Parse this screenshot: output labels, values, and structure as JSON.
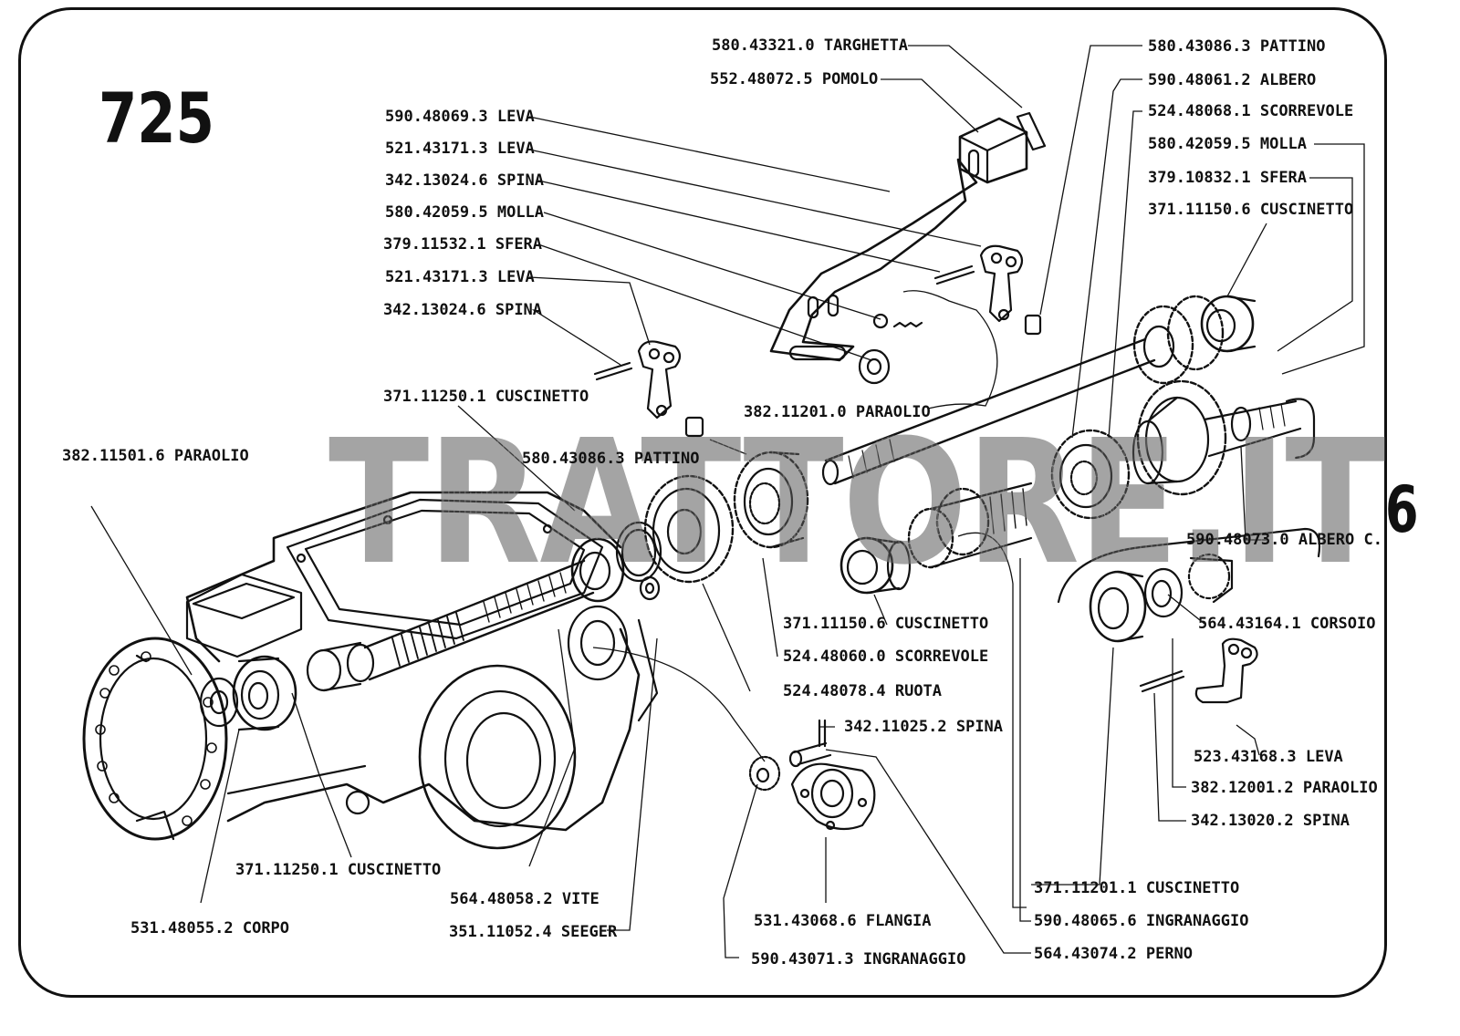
{
  "page_number": "725",
  "section_number": "6",
  "watermark": "TRATTORE.IT",
  "parts": [
    {
      "id": "targhetta",
      "code": "580.43321.0",
      "name": "TARGHETTA"
    },
    {
      "id": "pomolo",
      "code": "552.48072.5",
      "name": "POMOLO"
    },
    {
      "id": "leva-1",
      "code": "590.48069.3",
      "name": "LEVA"
    },
    {
      "id": "leva-2",
      "code": "521.43171.3",
      "name": "LEVA"
    },
    {
      "id": "spina-1",
      "code": "342.13024.6",
      "name": "SPINA"
    },
    {
      "id": "molla-1",
      "code": "580.42059.5",
      "name": "MOLLA"
    },
    {
      "id": "sfera-1",
      "code": "379.11532.1",
      "name": "SFERA"
    },
    {
      "id": "leva-3",
      "code": "521.43171.3",
      "name": "LEVA"
    },
    {
      "id": "spina-2",
      "code": "342.13024.6",
      "name": "SPINA"
    },
    {
      "id": "cuscinetto-1",
      "code": "371.11250.1",
      "name": "CUSCINETTO"
    },
    {
      "id": "paraolio-1",
      "code": "382.11501.6",
      "name": "PARAOLIO"
    },
    {
      "id": "pattino-1",
      "code": "580.43086.3",
      "name": "PATTINO"
    },
    {
      "id": "paraolio-2",
      "code": "382.11201.0",
      "name": "PARAOLIO"
    },
    {
      "id": "pattino-2",
      "code": "580.43086.3",
      "name": "PATTINO"
    },
    {
      "id": "albero",
      "code": "590.48061.2",
      "name": "ALBERO"
    },
    {
      "id": "scorrevole-1",
      "code": "524.48068.1",
      "name": "SCORREVOLE"
    },
    {
      "id": "molla-2",
      "code": "580.42059.5",
      "name": "MOLLA"
    },
    {
      "id": "sfera-2",
      "code": "379.10832.1",
      "name": "SFERA"
    },
    {
      "id": "cuscinetto-2",
      "code": "371.11150.6",
      "name": "CUSCINETTO"
    },
    {
      "id": "albero-c",
      "code": "590.48073.0",
      "name": "ALBERO C."
    },
    {
      "id": "corsoio",
      "code": "564.43164.1",
      "name": "CORSOIO"
    },
    {
      "id": "cuscinetto-3",
      "code": "371.11150.6",
      "name": "CUSCINETTO"
    },
    {
      "id": "scorrevole-2",
      "code": "524.48060.0",
      "name": "SCORREVOLE"
    },
    {
      "id": "ruota",
      "code": "524.48078.4",
      "name": "RUOTA"
    },
    {
      "id": "spina-3",
      "code": "342.11025.2",
      "name": "SPINA"
    },
    {
      "id": "leva-4",
      "code": "523.43168.3",
      "name": "LEVA"
    },
    {
      "id": "paraolio-3",
      "code": "382.12001.2",
      "name": "PARAOLIO"
    },
    {
      "id": "spina-4",
      "code": "342.13020.2",
      "name": "SPINA"
    },
    {
      "id": "cuscinetto-4",
      "code": "371.11250.1",
      "name": "CUSCINETTO"
    },
    {
      "id": "cuscinetto-5",
      "code": "371.11201.1",
      "name": "CUSCINETTO"
    },
    {
      "id": "vite",
      "code": "564.48058.2",
      "name": "VITE"
    },
    {
      "id": "ingranaggio-1",
      "code": "590.48065.6",
      "name": "INGRANAGGIO"
    },
    {
      "id": "corpo",
      "code": "531.48055.2",
      "name": "CORPO"
    },
    {
      "id": "flangia",
      "code": "531.43068.6",
      "name": "FLANGIA"
    },
    {
      "id": "seeger",
      "code": "351.11052.4",
      "name": "SEEGER"
    },
    {
      "id": "perno",
      "code": "564.43074.2",
      "name": "PERNO"
    },
    {
      "id": "ingranaggio-2",
      "code": "590.43071.3",
      "name": "INGRANAGGIO"
    }
  ]
}
